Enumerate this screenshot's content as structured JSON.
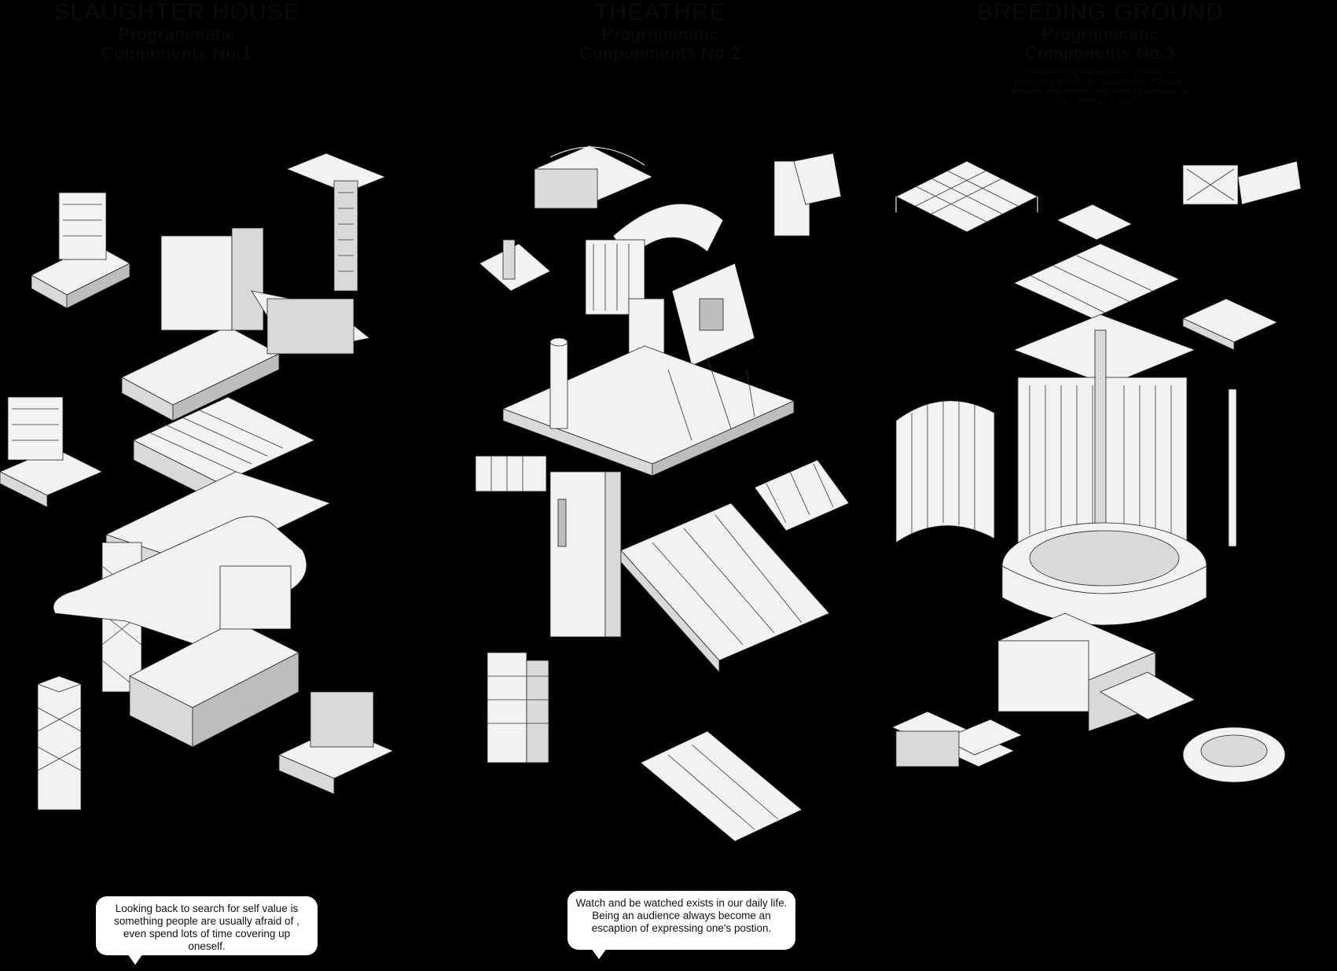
{
  "columns": [
    {
      "title": "SLAUGHTER HOUSE",
      "subtitle_line1": "Programmatic",
      "subtitle_line2": "Components No.1"
    },
    {
      "title": "THEATHRE",
      "subtitle_line1": "Programmatic",
      "subtitle_line2": "Conponments No.2"
    },
    {
      "title": "BREEDING GROUND",
      "subtitle_line1": "Programmatic",
      "subtitle_line2": "Components No.3",
      "description": "\"Representing the addition of desire re-packaging A field for reproduction of desire. Bringing new desire, new mask to package up the reality to oneself.\""
    }
  ],
  "bubbles": {
    "left": "Looking back to search for self value is something people are usually afraid of , even spend lots of time covering up oneself.",
    "center": "Watch and be watched exists in our daily life. Being an audience always become an escaption of  expressing one's postion."
  },
  "colors": {
    "background": "#000000",
    "model": "#f2f2f2",
    "bubble": "#ffffff"
  }
}
